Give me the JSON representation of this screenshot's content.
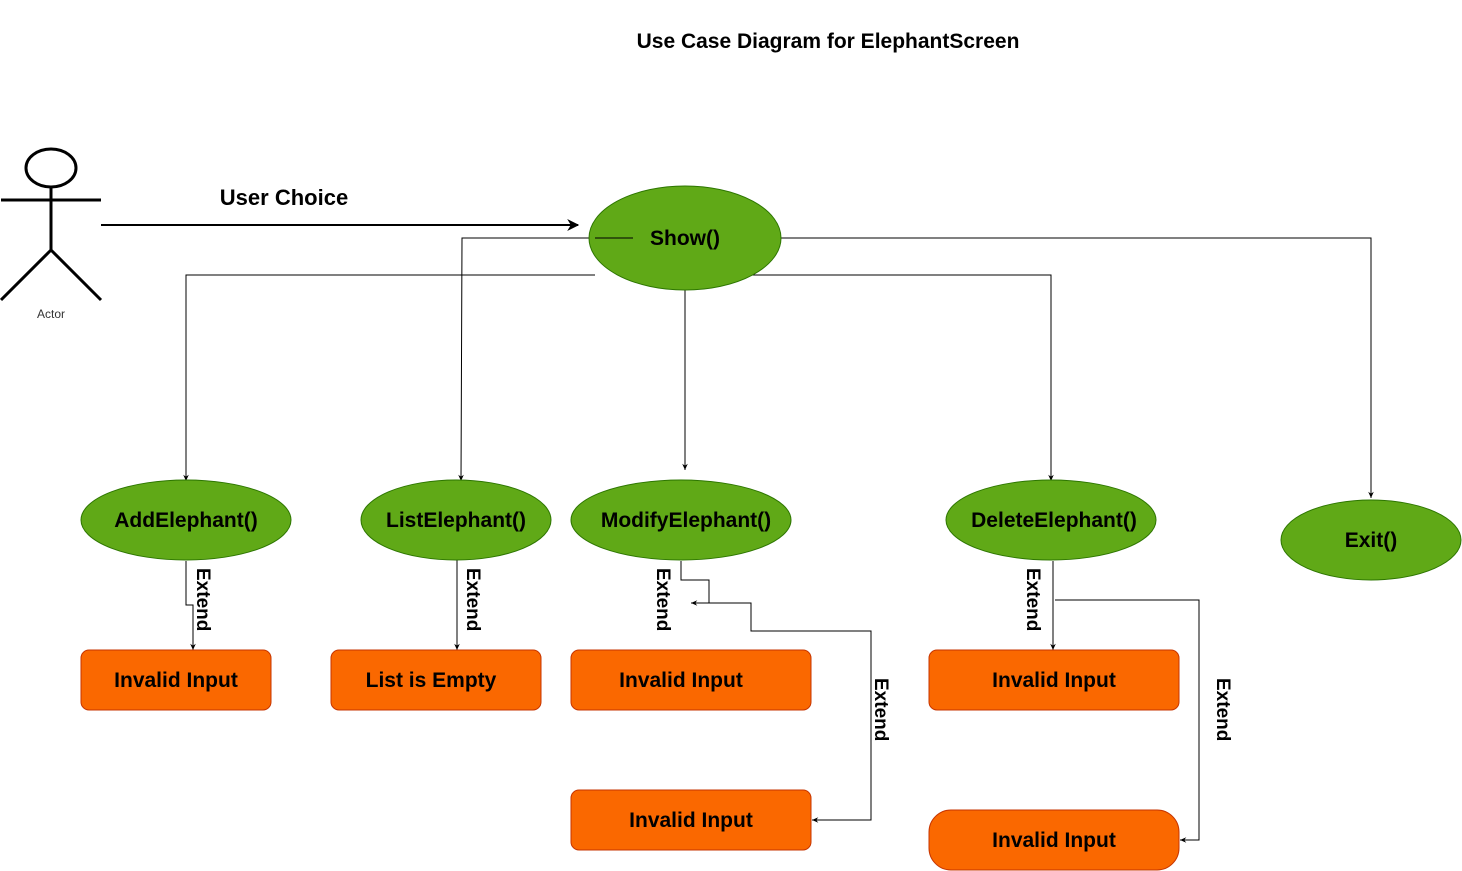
{
  "title": "Use Case Diagram for ElephantScreen",
  "colors": {
    "use_case_fill": "#60a917",
    "use_case_stroke": "#2d7600",
    "box_fill": "#fa6800",
    "box_stroke": "#c73500",
    "line": "#000000"
  },
  "actor": {
    "label": "Actor",
    "icon": "stick-figure-icon"
  },
  "edge_labels": {
    "user_choice": "User Choice",
    "extend": "Extend"
  },
  "use_cases": {
    "show": "Show()",
    "add": "AddElephant()",
    "list": "ListElephant()",
    "modify": "ModifyElephant()",
    "delete": "DeleteElephant()",
    "exit": "Exit()"
  },
  "extensions": {
    "add_invalid": "Invalid Input",
    "list_empty": "List is Empty",
    "modify_invalid_1": "Invalid Input",
    "modify_invalid_2": "Invalid Input",
    "delete_invalid_1": "Invalid Input",
    "delete_invalid_2": "Invalid Input"
  }
}
